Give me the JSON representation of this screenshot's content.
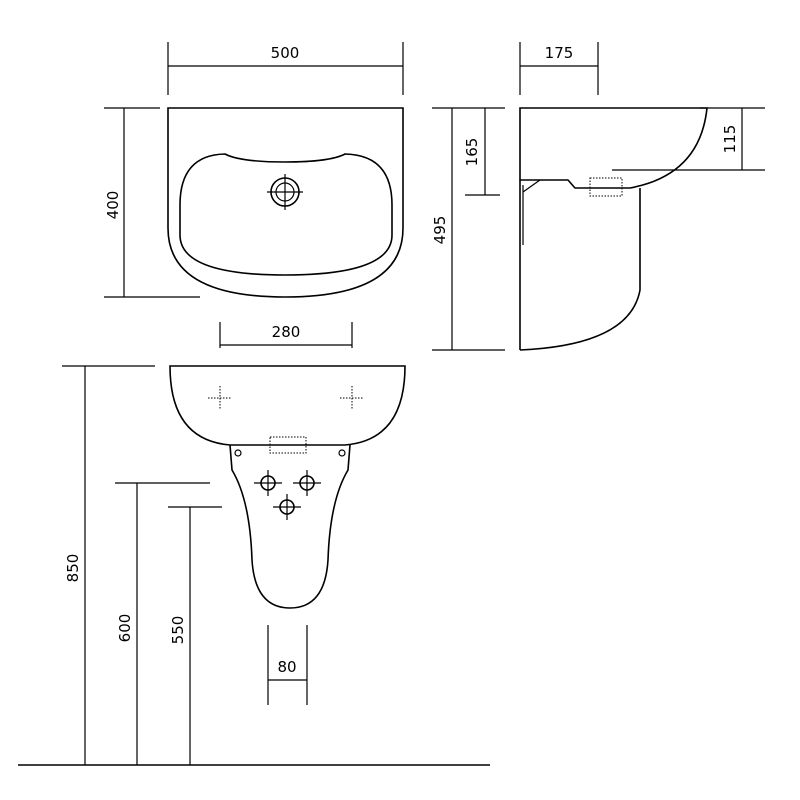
{
  "drawing": {
    "colors": {
      "line": "#000000",
      "background": "#ffffff"
    },
    "top_view": {
      "width": "500",
      "depth": "400",
      "tap_spacing": "280"
    },
    "side_view": {
      "projection": "175",
      "bowl_depth": "115",
      "basin_height": "165",
      "overall_height": "495"
    },
    "front_view": {
      "rim_height": "850",
      "upper_height": "600",
      "lower_height": "550",
      "pedestal_width": "80"
    }
  }
}
